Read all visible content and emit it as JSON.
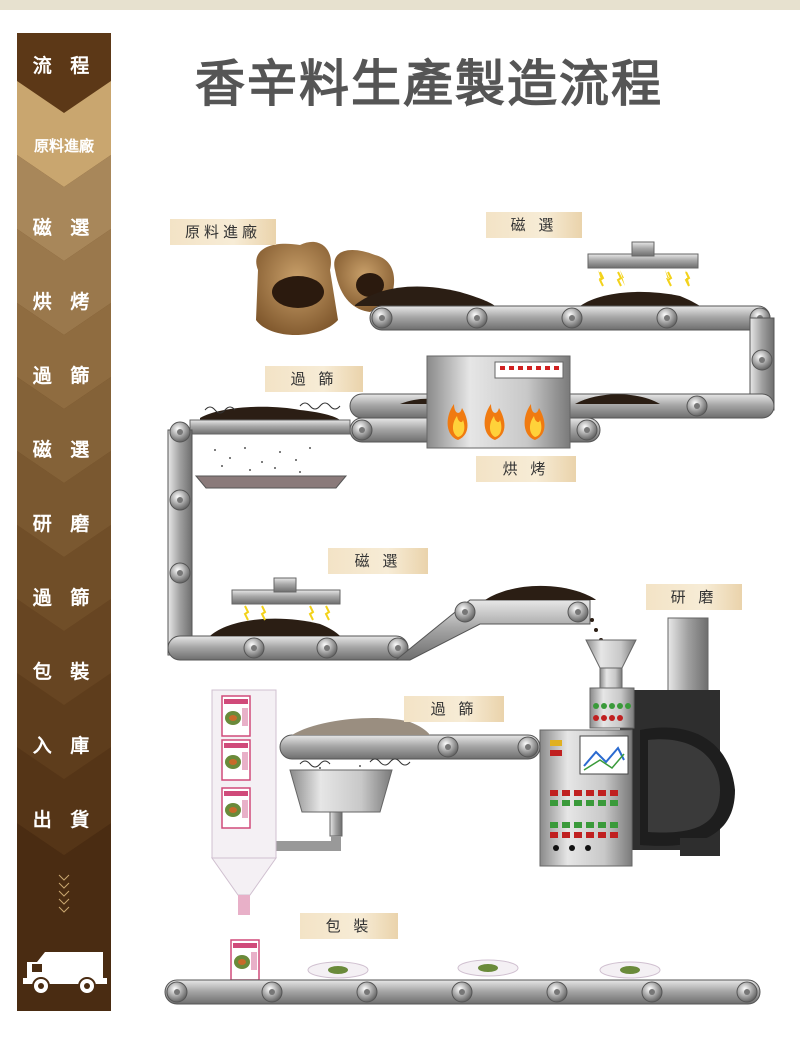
{
  "title": "香辛料生產製造流程",
  "sidebar": {
    "header": "流 程",
    "steps": [
      "原料進廠",
      "磁 選",
      "烘 烤",
      "過 篩",
      "磁 選",
      "研 磨",
      "過 篩",
      "包 裝",
      "入 庫",
      "出 貨"
    ]
  },
  "tags": {
    "raw_intake": "原料進廠",
    "magnet_1": "磁 選",
    "sieve_1": "過 篩",
    "roast": "烘 烤",
    "magnet_2": "磁 選",
    "grind": "研 磨",
    "sieve_2": "過 篩",
    "pack": "包 裝"
  },
  "colors": {
    "sidebar_dark": "#5a3a1a",
    "sidebar_light": "#b8955e",
    "tag_bg": "#f3e3c6",
    "conveyor": "#9a9a9a"
  },
  "icons": [
    "truck-icon",
    "down-chevrons-icon",
    "flame-icon",
    "spice-sack-icon",
    "magnet-icon",
    "hopper-icon",
    "grinder-machine-icon",
    "package-bag-icon"
  ]
}
